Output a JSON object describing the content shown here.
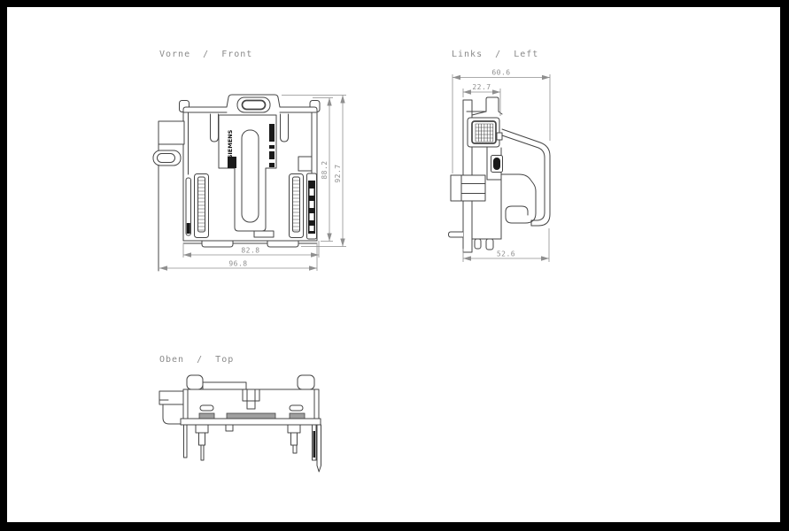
{
  "frame": {
    "background": "#ffffff",
    "border_color": "#000000"
  },
  "style": {
    "line_color": "#444444",
    "dim_color": "#8f8f8f",
    "label_color": "#8a8a8a",
    "dark_fill": "#1a1a1a",
    "gray_fill": "#9f9f9f"
  },
  "views": {
    "front": {
      "label": "Vorne  /  Front",
      "brand": "SIEMENS",
      "dims": {
        "height_inner": "88.2",
        "height_outer": "92.7",
        "width_inner": "82.8",
        "width_outer": "96.8"
      }
    },
    "left": {
      "label": "Links  /  Left",
      "dims": {
        "width_overall": "60.6",
        "width_front": "22.7",
        "width_base": "52.6"
      }
    },
    "top": {
      "label": "Oben  /  Top"
    }
  }
}
